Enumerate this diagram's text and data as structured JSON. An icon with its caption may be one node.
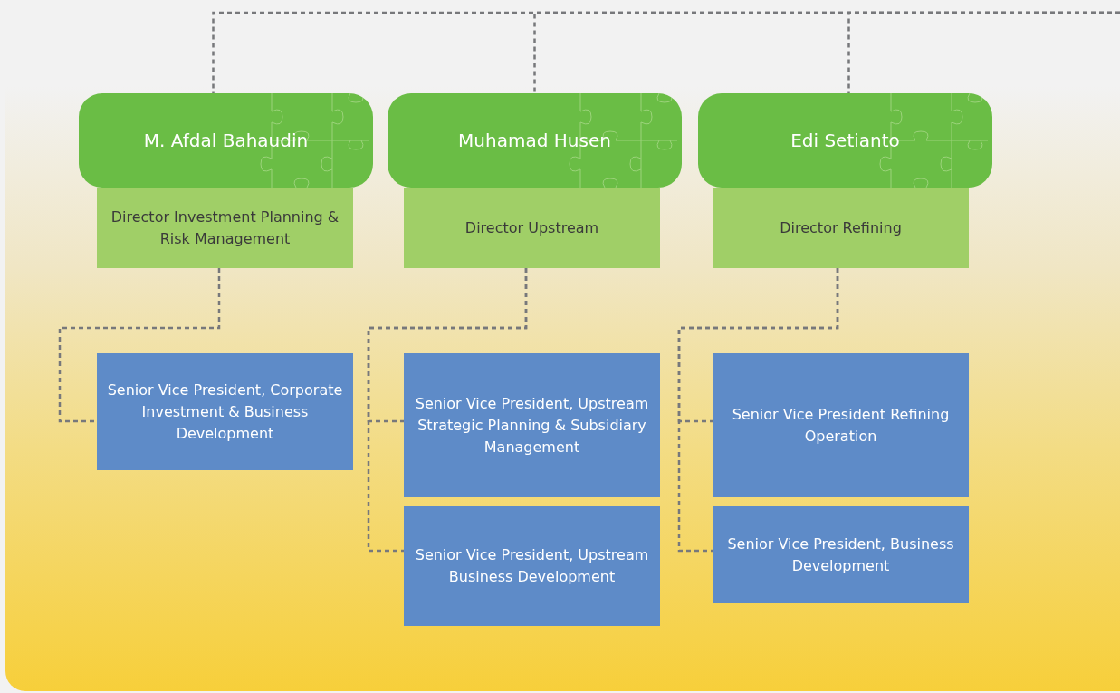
{
  "diagram": {
    "nodes": [
      {
        "text": [
          "M. Afdal Bahaudin"
        ]
      },
      {
        "text": [
          "Muhamad Husen"
        ]
      },
      {
        "text": [
          "Edi Setianto"
        ]
      },
      {
        "text": [
          "Director Investment Planning & Risk Management"
        ]
      },
      {
        "text": [
          "Director Upstream"
        ]
      },
      {
        "text": [
          "Director Refining"
        ]
      },
      {
        "text": [
          "Senior Vice President, Corporate Investment & Business Development"
        ]
      },
      {
        "text": [
          "Senior Vice President, Upstream Strategic Planning & Subsidiary Management"
        ]
      },
      {
        "text": [
          "Senior Vice President, Upstream Business Development"
        ]
      },
      {
        "text": [
          "Senior Vice President Refining Operation"
        ]
      },
      {
        "text": [
          "Senior Vice President, Business Development"
        ]
      }
    ],
    "edges": [
      {
        "from": null,
        "to": 0,
        "arrow": "none",
        "style": "dashed"
      },
      {
        "from": null,
        "to": 1,
        "arrow": "none",
        "style": "dashed"
      },
      {
        "from": null,
        "to": 2,
        "arrow": "none",
        "style": "dashed"
      },
      {
        "from": 3,
        "to": 6,
        "arrow": "none",
        "style": "dashed"
      },
      {
        "from": 4,
        "to": 7,
        "arrow": "none",
        "style": "dashed"
      },
      {
        "from": 4,
        "to": 8,
        "arrow": "none",
        "style": "dashed"
      },
      {
        "from": 5,
        "to": 9,
        "arrow": "none",
        "style": "dashed"
      },
      {
        "from": 5,
        "to": 10,
        "arrow": "none",
        "style": "dashed"
      }
    ]
  }
}
